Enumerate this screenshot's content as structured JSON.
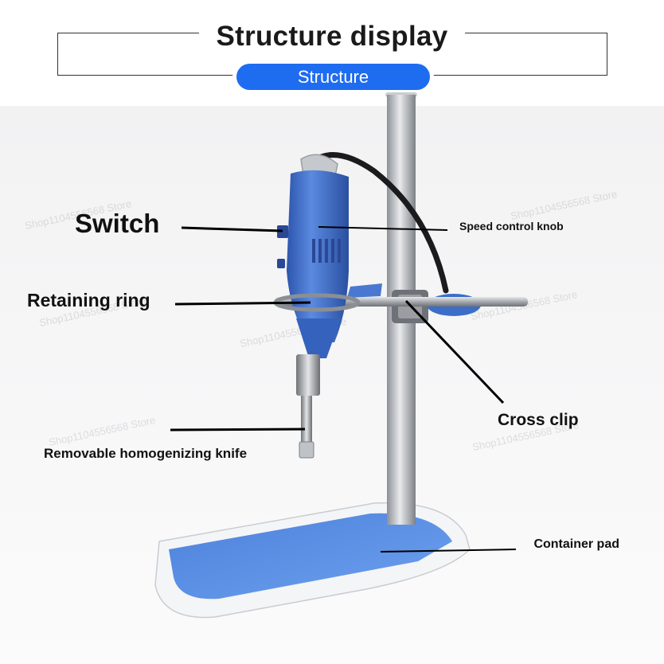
{
  "header": {
    "title": "Structure display",
    "badge": "Structure"
  },
  "labels": {
    "switch": "Switch",
    "speed_control_knob": "Speed control knob",
    "retaining_ring": "Retaining ring",
    "cross_clip": "Cross clip",
    "removable_knife": "Removable homogenizing knife",
    "container_pad": "Container pad"
  },
  "watermarks": [
    "Shop1104556568 Store",
    "Shop1104556568 Store",
    "Shop1104556568 Store",
    "Shop1104556568 Store",
    "Shop1104556568 Store",
    "Shop1104556568 Store",
    "Shop1104556568 Store"
  ],
  "colors": {
    "accent": "#1e6cf0",
    "device_blue": "#4a78d0",
    "pad_blue": "#5a8fe0",
    "steel": "#b8bcc2"
  }
}
